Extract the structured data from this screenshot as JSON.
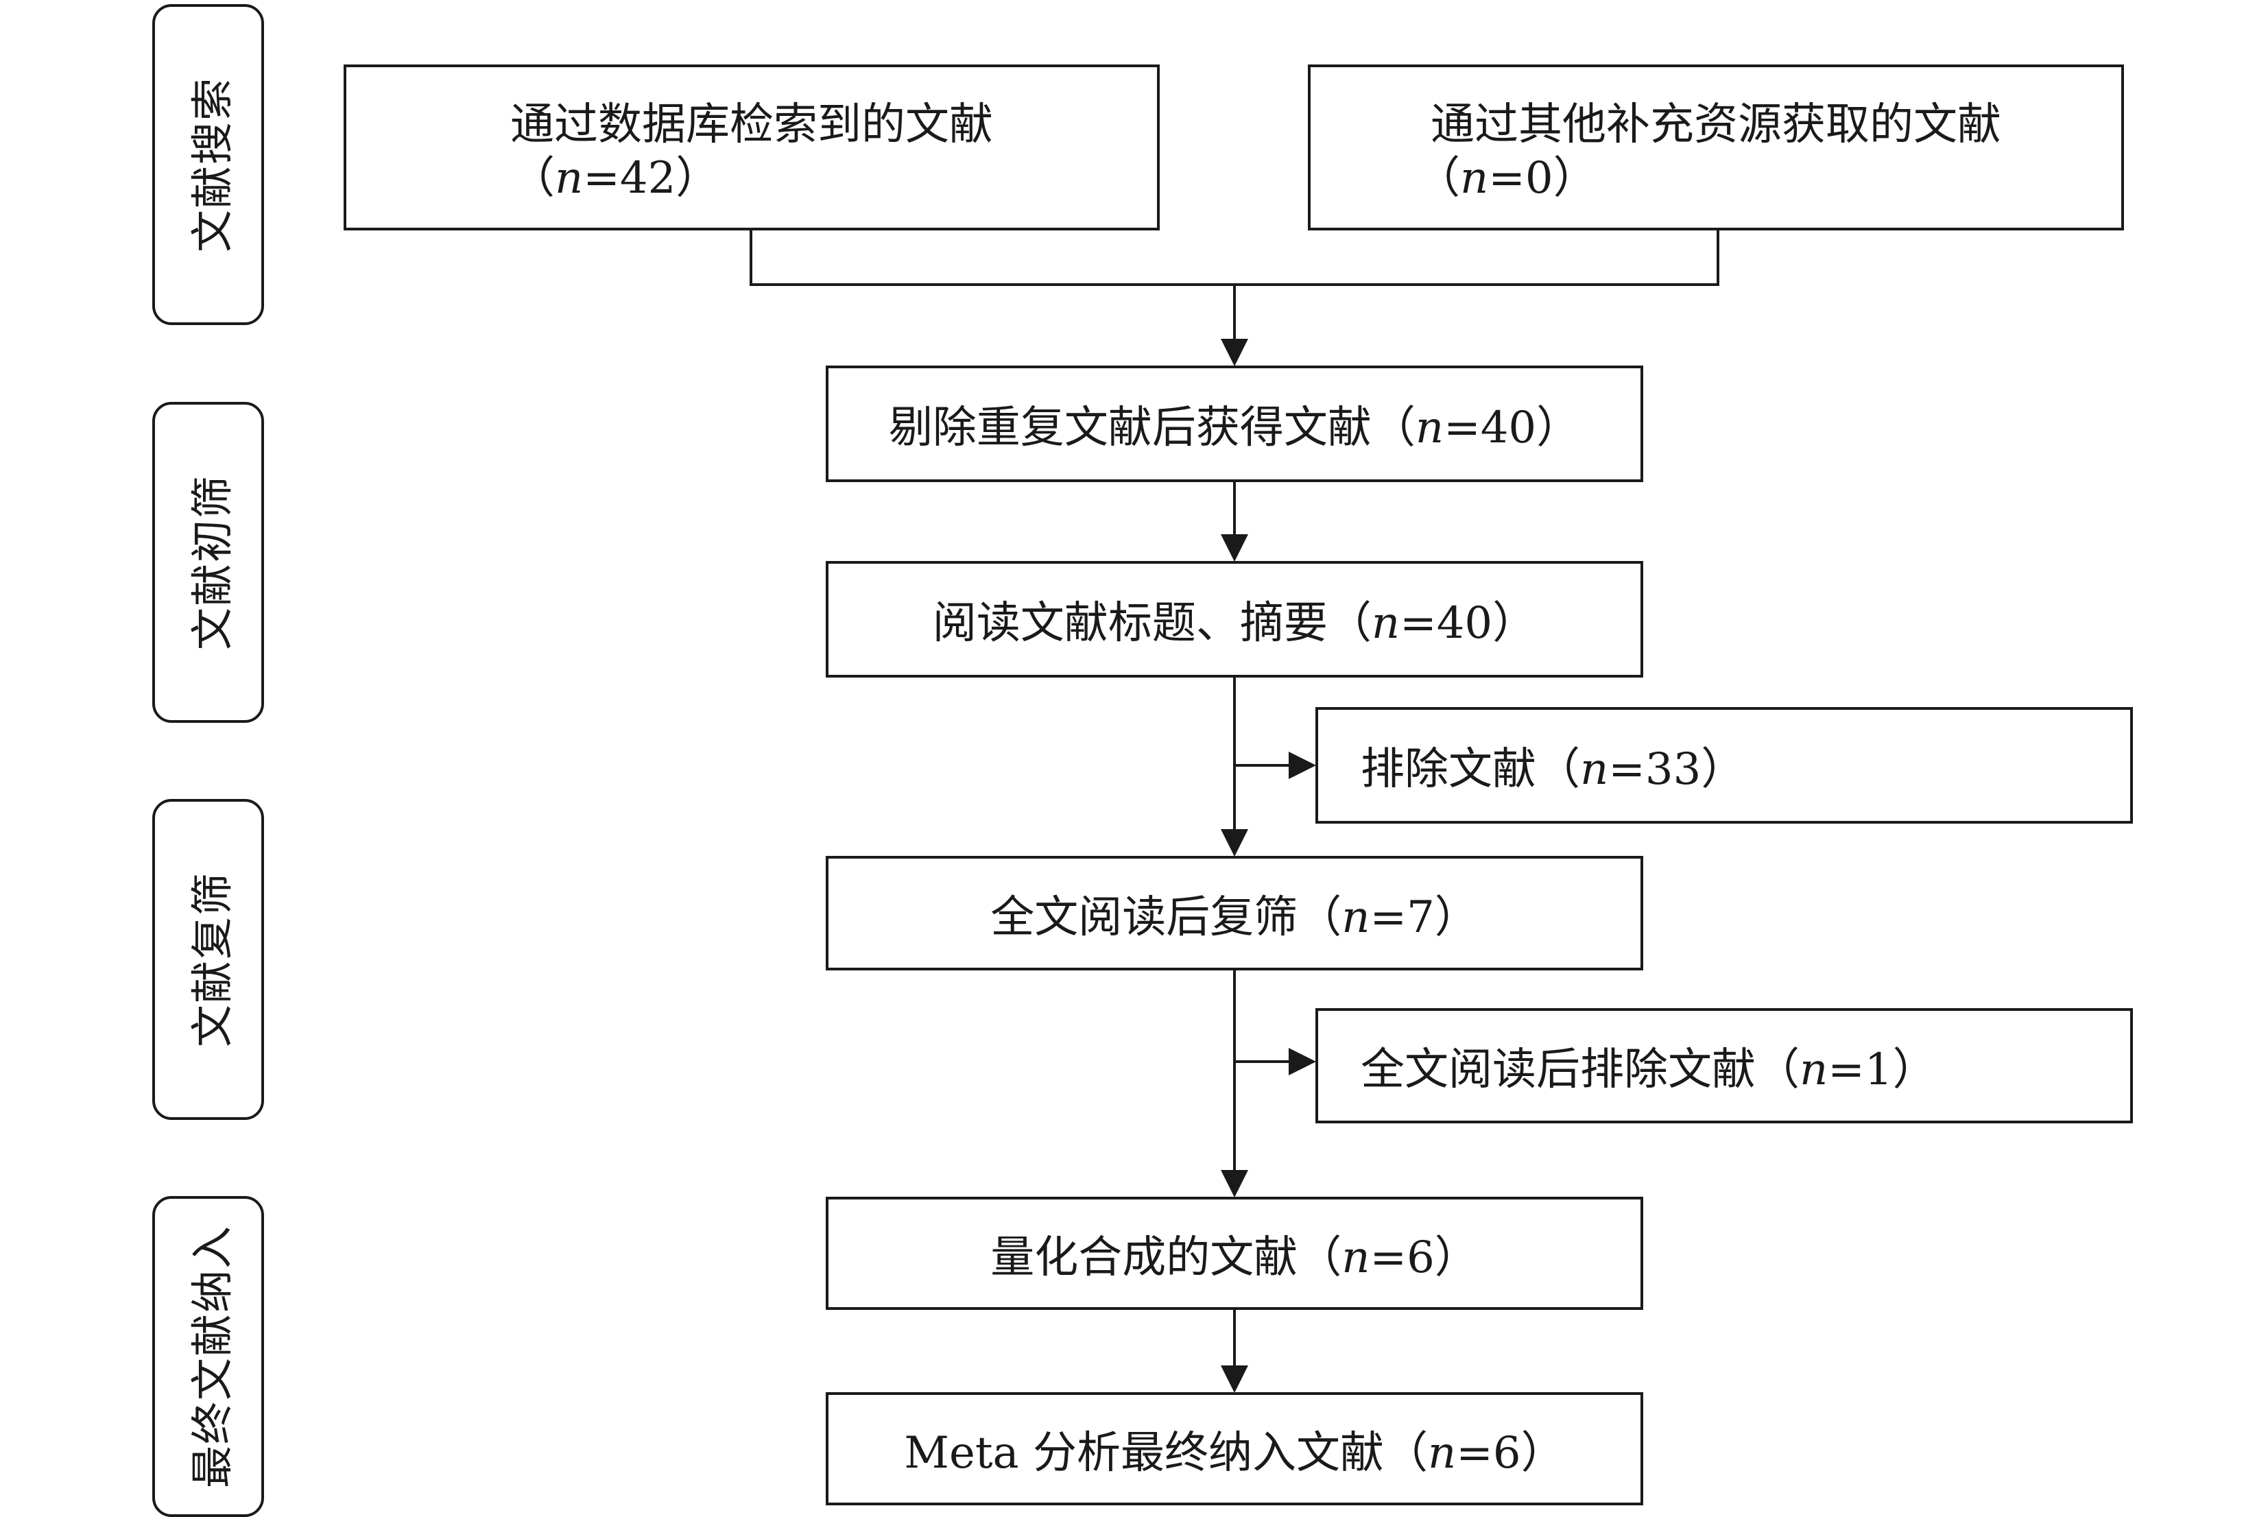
{
  "stages": [
    {
      "id": "search",
      "label": "文献搜索"
    },
    {
      "id": "initial_screening",
      "label": "文献初筛"
    },
    {
      "id": "re_screening",
      "label": "文献复筛"
    },
    {
      "id": "final_inclusion",
      "label": "最终文献纳入"
    }
  ],
  "boxes": {
    "database_search": {
      "text": "通过数据库检索到的文献",
      "paren_open": "（",
      "n_symbol": "n",
      "count": "=42",
      "paren_close": "）"
    },
    "other_sources": {
      "text": "通过其他补充资源获取的文献",
      "paren_open": "（",
      "n_symbol": "n",
      "count": "=0",
      "paren_close": "）"
    },
    "after_dedup": {
      "text": "剔除重复文献后获得文献（",
      "n_symbol": "n",
      "count": "=40",
      "paren_close": "）"
    },
    "title_abstract": {
      "text": "阅读文献标题、摘要（",
      "n_symbol": "n",
      "count": "=40",
      "paren_close": "）"
    },
    "excluded": {
      "text": "排除文献（",
      "n_symbol": "n",
      "count": "=33",
      "paren_close": "）"
    },
    "fulltext_rescreen": {
      "text": "全文阅读后复筛（",
      "n_symbol": "n",
      "count": "=7",
      "paren_close": "）"
    },
    "fulltext_excluded": {
      "text": "全文阅读后排除文献（",
      "n_symbol": "n",
      "count": "=1",
      "paren_close": "）"
    },
    "quantitative_synthesis": {
      "text": "量化合成的文献（",
      "n_symbol": "n",
      "count": "=6",
      "paren_close": "）"
    },
    "meta_included": {
      "text": "Meta 分析最终纳入文献（",
      "n_symbol": "n",
      "count": "=6",
      "paren_close": "）"
    }
  }
}
